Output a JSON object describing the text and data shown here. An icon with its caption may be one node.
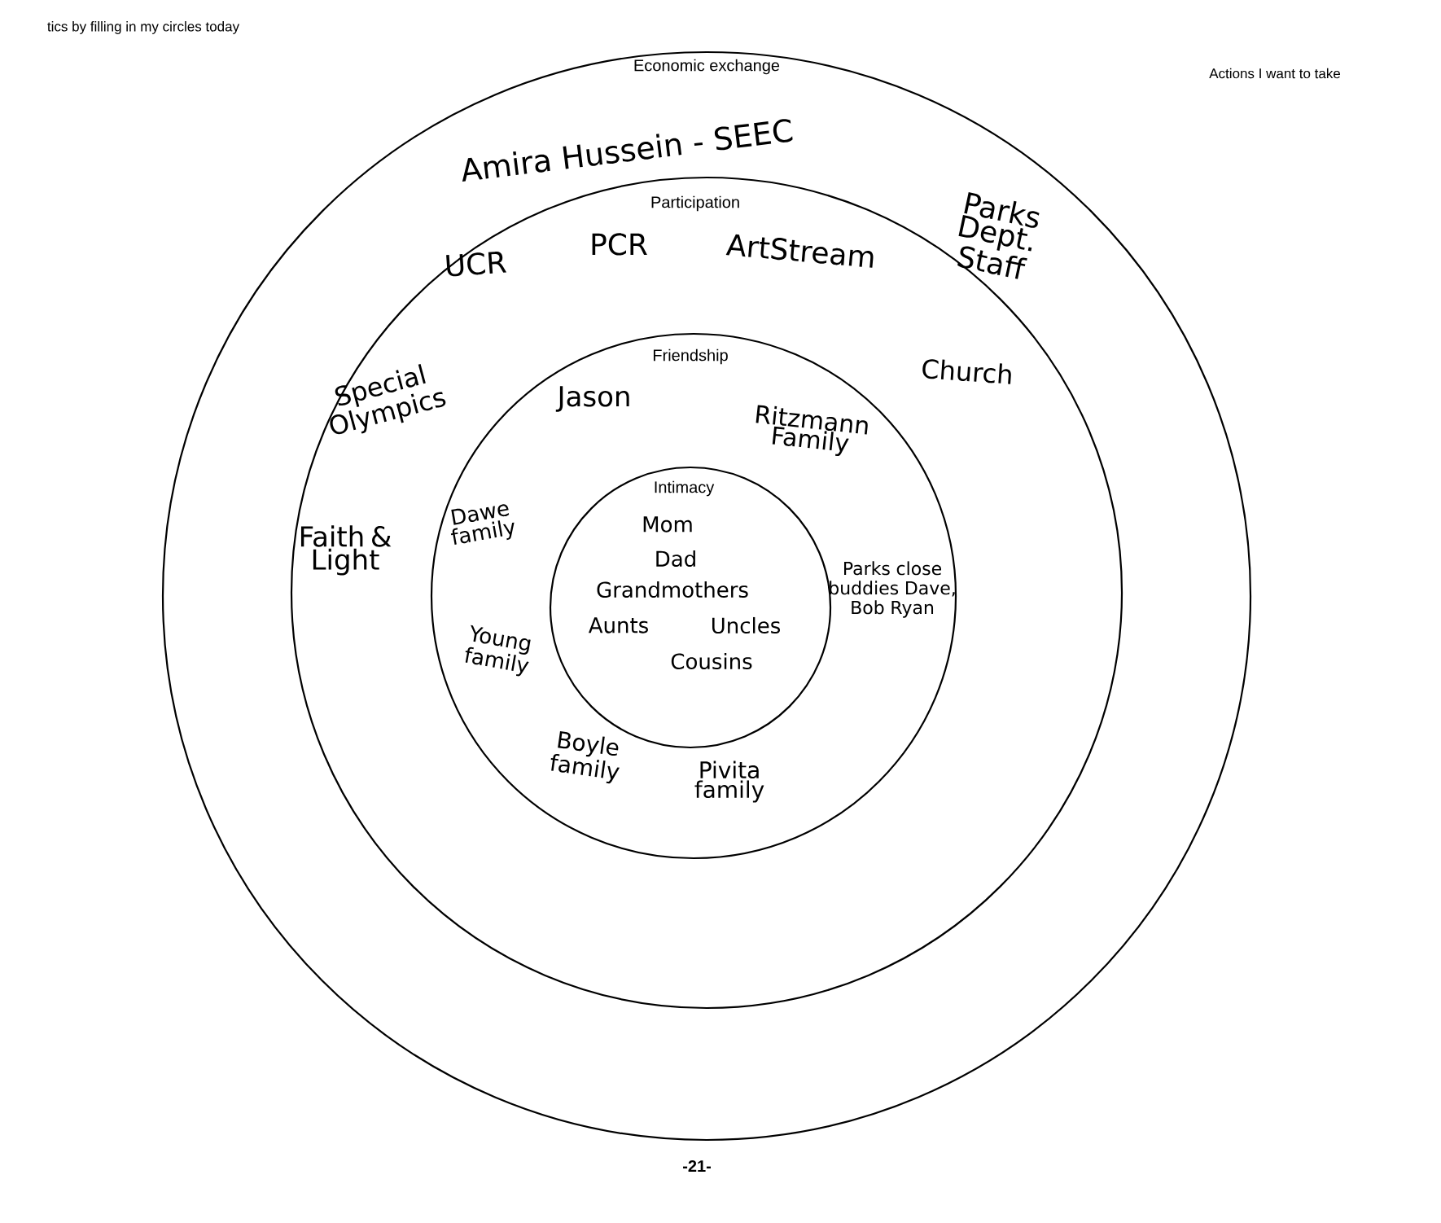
{
  "diagram": {
    "nodes": [
      {
        "text": [
          "Economic exchange",
          "Amira Hussein - SEEC",
          "Parks Dept. Staff"
        ]
      },
      {
        "text": [
          "Participation",
          "UCR",
          "PCR",
          "ArtStream",
          "Special Olympics",
          "Church",
          "Faith & Light"
        ],
        "in": 0
      },
      {
        "text": [
          "Friendship",
          "Jason",
          "Ritzmann Family",
          "Dawe family",
          "Young family",
          "Boyle family",
          "Pivita family",
          "Parks close buddies Dave, Bob Ryan"
        ],
        "in": 1
      },
      {
        "text": [
          "Intimacy",
          "Mom",
          "Dad",
          "Grandmothers",
          "Aunts",
          "Uncles",
          "Cousins"
        ],
        "in": 2
      }
    ],
    "labels": [
      "tics by filling in my circles today",
      "Actions I want to take",
      "-21-"
    ]
  }
}
